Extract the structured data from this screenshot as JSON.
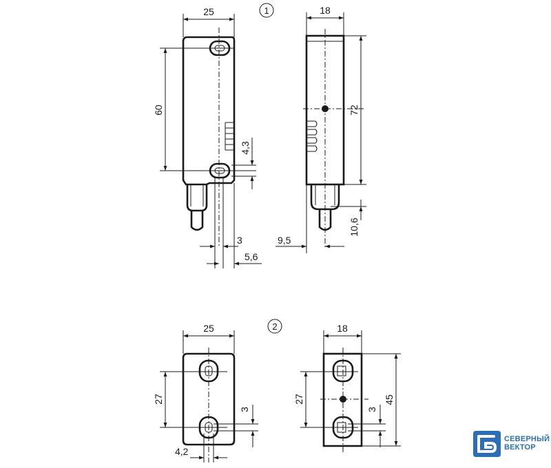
{
  "labels": {
    "variant_1": "1",
    "variant_2": "2"
  },
  "view1_front": {
    "width": "25",
    "hole_spacing": "60",
    "d_4_3": "4,3",
    "d_3": "3",
    "d_5_6": "5,6"
  },
  "view1_side": {
    "width": "18",
    "height": "72",
    "d_9_5": "9,5",
    "d_10_6": "10,6"
  },
  "view2_front": {
    "width": "25",
    "hole_spacing": "27",
    "d_3": "3",
    "d_4_2": "4,2"
  },
  "view2_side": {
    "width": "18",
    "hole_spacing": "27",
    "d_3": "3",
    "height": "45"
  },
  "logo": {
    "line1": "СЕВЕРНЫЙ",
    "line2": "ВЕКТОР",
    "color": "#2a6fb8"
  }
}
